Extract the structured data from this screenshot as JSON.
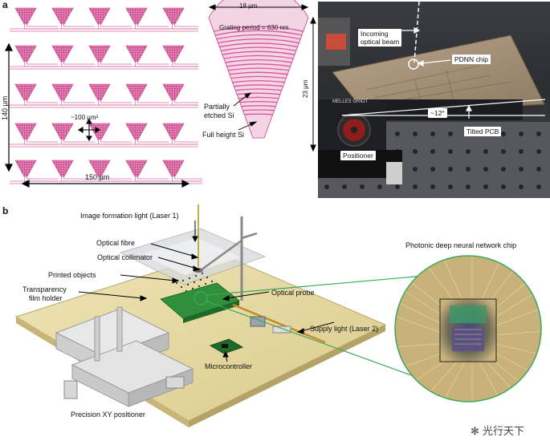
{
  "panel_a": {
    "letter": "a",
    "grid": {
      "width_label": "150 µm",
      "height_label": "140 µm",
      "area_label": "~100 µm²"
    },
    "grating": {
      "width_label": "18 µm",
      "height_label": "23 µm",
      "period_label": "Grating period = 630 nm",
      "partial_label_1": "Partially",
      "partial_label_2": "etched Si",
      "full_label": "Full height Si"
    },
    "photo": {
      "beam_label_1": "Incoming",
      "beam_label_2": "optical beam",
      "chip_label": "PDNN chip",
      "angle_label": "~12°",
      "pcb_label": "Tilted PCB",
      "positioner_label": "Positioner",
      "brand_text": "MELLES GRIOT"
    }
  },
  "panel_b": {
    "letter": "b",
    "laser1_label": "Image formation light (Laser 1)",
    "fibre_label": "Optical fibre",
    "collimator_label": "Optical collimator",
    "printed_label": "Printed objects",
    "holder_label_1": "Transparency",
    "holder_label_2": "film holder",
    "probe_label": "Optical probe",
    "laser2_label": "Supply light (Laser 2)",
    "micro_label": "Microcontroller",
    "xy_label": "Precision XY positioner",
    "chip_title": "Photonic deep neural network chip"
  },
  "watermark": {
    "text": "光行天下"
  },
  "colors": {
    "grating_pink": "#d9559c",
    "laser_green": "#3aa85a",
    "pcb_green": "#2f8f3a",
    "stage_tan": "#e8dca8"
  }
}
